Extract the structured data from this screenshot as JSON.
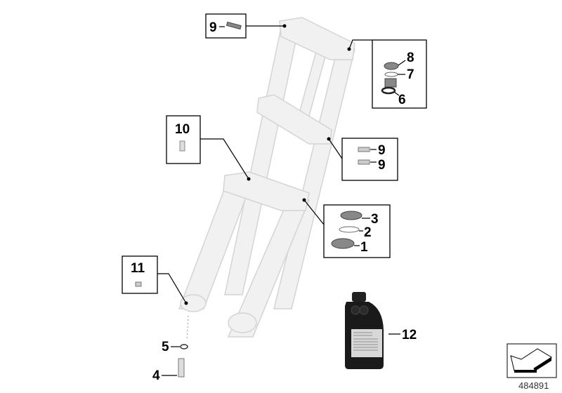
{
  "diagram": {
    "title": "",
    "diagram_number": "484891",
    "callouts": [
      {
        "labels": [
          "9"
        ]
      },
      {
        "labels": [
          "8",
          "7",
          "6"
        ]
      },
      {
        "labels": [
          "10"
        ]
      },
      {
        "labels": [
          "9",
          "9"
        ]
      },
      {
        "labels": [
          "3",
          "2",
          "1"
        ]
      },
      {
        "labels": [
          "11"
        ]
      }
    ],
    "loose_labels": [
      "5",
      "4",
      "12"
    ],
    "colors": {
      "fork": "#f1f1f1",
      "outline": "#000000",
      "bottle": "#1a1a1a"
    },
    "icons": [
      "fork-assembly",
      "oil-bottle",
      "direction-arrow-icon"
    ]
  }
}
